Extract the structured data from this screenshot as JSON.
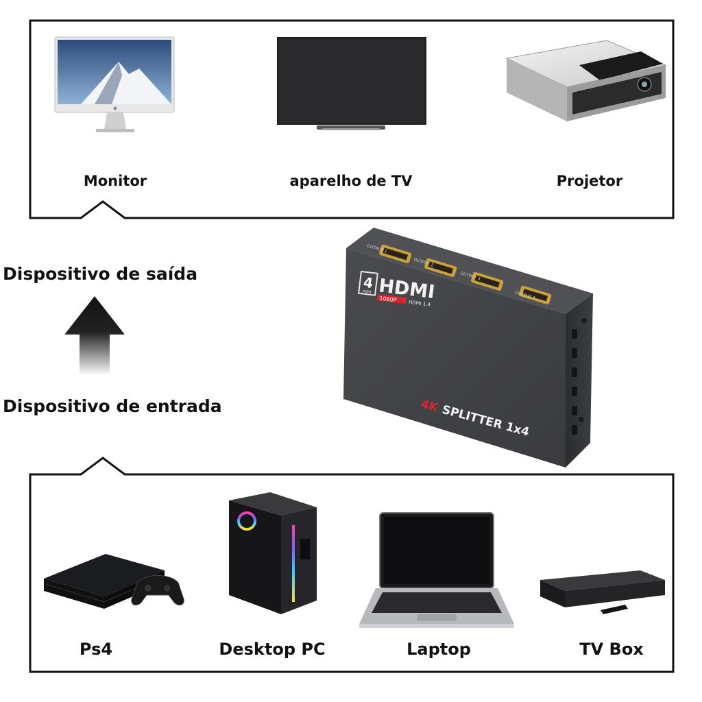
{
  "output_group": {
    "devices": [
      {
        "label": "Monitor",
        "icon": "monitor-icon"
      },
      {
        "label": "aparelho de TV",
        "icon": "tv-icon"
      },
      {
        "label": "Projetor",
        "icon": "projector-icon"
      }
    ]
  },
  "input_group": {
    "devices": [
      {
        "label": "Ps4",
        "icon": "game-console-icon"
      },
      {
        "label": "Desktop PC",
        "icon": "desktop-pc-icon"
      },
      {
        "label": "Laptop",
        "icon": "laptop-icon"
      },
      {
        "label": "TV Box",
        "icon": "tv-box-icon"
      }
    ]
  },
  "flow": {
    "output_label": "Dispositivo de saída",
    "input_label": "Dispositivo de entrada",
    "arrow_icon": "up-arrow-icon"
  },
  "splitter": {
    "badge_number": "4",
    "badge_port": "PORT",
    "brand": "HDMI",
    "resolution": "1080P",
    "version": "HDMI 1.4",
    "name_accent": "4K",
    "name": "SPLITTER 1x4",
    "ports": [
      "OUTPUT 1",
      "OUTPUT 2",
      "OUTPUT 3",
      "OUTPUT 4"
    ]
  },
  "colors": {
    "frame": "#111111",
    "splitter_body": "#3a3b3d",
    "accent_red": "#d8242a",
    "port_gold": "#c9a23a"
  }
}
